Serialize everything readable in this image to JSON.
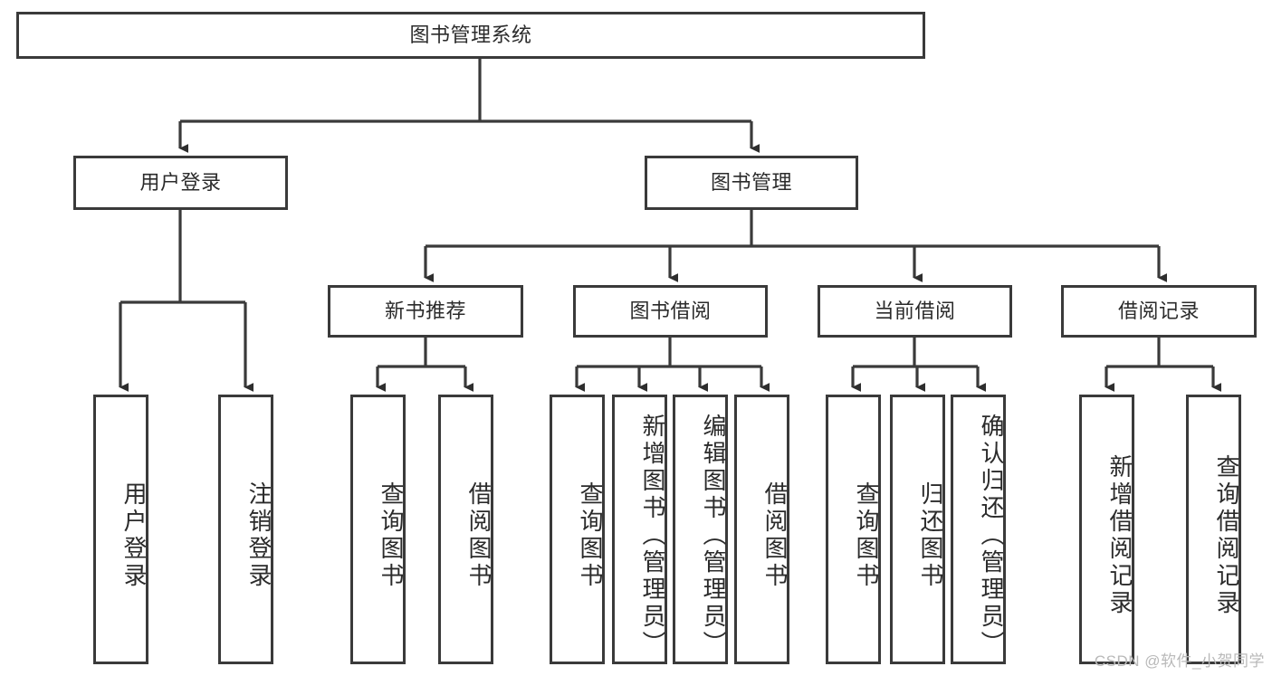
{
  "diagram": {
    "type": "tree-hierarchy",
    "title_node": {
      "label": "图书管理系统"
    },
    "level1": [
      {
        "id": "user-login",
        "label": "用户登录"
      },
      {
        "id": "book-management",
        "label": "图书管理"
      }
    ],
    "level2": [
      {
        "id": "new-book-recommend",
        "label": "新书推荐",
        "parent": "book-management"
      },
      {
        "id": "book-borrow",
        "label": "图书借阅",
        "parent": "book-management"
      },
      {
        "id": "current-borrow",
        "label": "当前借阅",
        "parent": "book-management"
      },
      {
        "id": "borrow-record",
        "label": "借阅记录",
        "parent": "book-management"
      }
    ],
    "leaves": {
      "user_login": [
        {
          "id": "leaf-user-login",
          "label": "用户登录"
        },
        {
          "id": "leaf-logout-login",
          "label": "注销登录"
        }
      ],
      "new_book_recommend": [
        {
          "id": "leaf-query-book-1",
          "label": "查询图书"
        },
        {
          "id": "leaf-borrow-book-1",
          "label": "借阅图书"
        }
      ],
      "book_borrow": [
        {
          "id": "leaf-query-book-2",
          "label": "查询图书"
        },
        {
          "id": "leaf-add-book",
          "label": "新增图书（管理员）"
        },
        {
          "id": "leaf-edit-book",
          "label": "编辑图书（管理员）"
        },
        {
          "id": "leaf-borrow-book-2",
          "label": "借阅图书"
        }
      ],
      "current_borrow": [
        {
          "id": "leaf-query-book-3",
          "label": "查询图书"
        },
        {
          "id": "leaf-return-book",
          "label": "归还图书"
        },
        {
          "id": "leaf-confirm-return",
          "label": "确认归还（管理员）"
        }
      ],
      "borrow_record": [
        {
          "id": "leaf-add-record",
          "label": "新增借阅记录"
        },
        {
          "id": "leaf-query-record",
          "label": "查询借阅记录"
        }
      ]
    },
    "watermark": "CSDN @软件_小贺同学",
    "colors": {
      "stroke": "#3a3a3a",
      "background": "#ffffff",
      "text": "#2b2b2b",
      "watermark": "#b9b9b9"
    }
  }
}
